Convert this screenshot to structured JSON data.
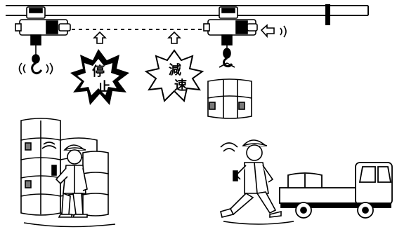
{
  "badges": {
    "stop_line1": "停",
    "stop_line2": "止",
    "slow_line1": "減",
    "slow_line2": "速"
  },
  "colors": {
    "ink": "#000000",
    "paper": "#ffffff",
    "shade": "#7a7a7a"
  },
  "icons": {
    "stop_badge": "starburst-black",
    "slow_badge": "starburst-white",
    "hoist_left": "electric-hoist",
    "hoist_right": "electric-hoist",
    "arrow": "hollow-up-arrow",
    "remote": "radio-remote"
  }
}
